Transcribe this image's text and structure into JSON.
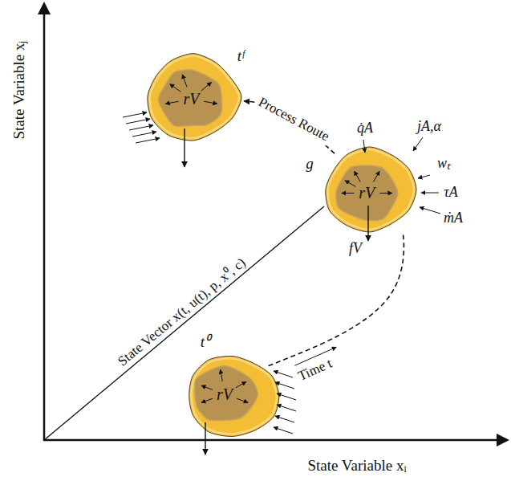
{
  "diagram": {
    "nodes": [
      {
        "text": [
          "tᶠ",
          "rV"
        ]
      },
      {
        "text": [
          "g",
          "rV"
        ]
      },
      {
        "text": [
          "t⁰",
          "rV"
        ]
      }
    ],
    "edges": [
      {
        "from": 1,
        "to": 0,
        "arrow": "to",
        "label": "Process Route"
      },
      {
        "from": 2,
        "to": 1,
        "arrow": "none",
        "label": "Time t"
      }
    ],
    "labels": [
      "State Variable xⱼ",
      "State Variable xᵢ",
      "State Vector x(t, u(t), p, x⁰, c)",
      "q̇A",
      "jA,α",
      "wₜ",
      "τA",
      "ṁA",
      "fV"
    ]
  }
}
